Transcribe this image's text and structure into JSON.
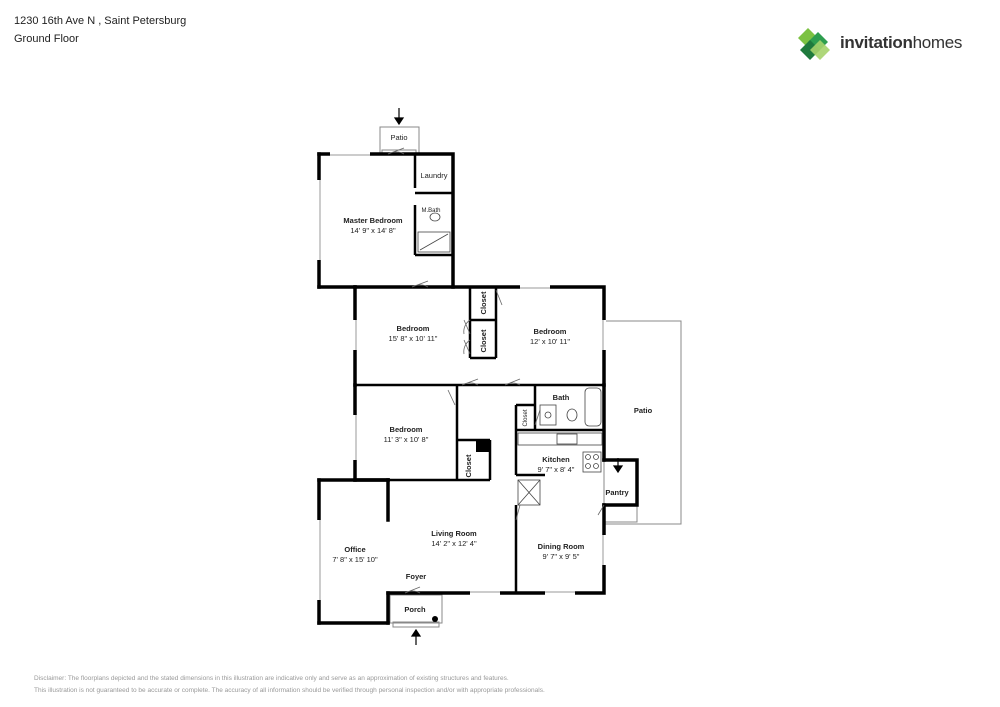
{
  "header": {
    "address": "1230 16th Ave N , Saint Petersburg",
    "floor": "Ground Floor"
  },
  "brand": {
    "name_part1": "invitation",
    "name_part2": "homes",
    "colors": [
      "#2e9e4f",
      "#7cc242",
      "#1f7a3d",
      "#a6d36b"
    ]
  },
  "rooms": {
    "patio_top": "Patio",
    "laundry": "Laundry",
    "master_bedroom": "Master Bedroom",
    "master_bedroom_dim": "14' 9\" x 14' 8\"",
    "mbath": "M.Bath",
    "closet_a": "Closet",
    "closet_b": "Closet",
    "bedroom_1": "Bedroom",
    "bedroom_1_dim": "15' 8\" x 10' 11\"",
    "bedroom_2": "Bedroom",
    "bedroom_2_dim": "12' x 10' 11\"",
    "bath": "Bath",
    "closet_bath": "Closet",
    "patio_side": "Patio",
    "bedroom_3": "Bedroom",
    "bedroom_3_dim": "11' 3\" x 10' 8\"",
    "closet_c": "Closet",
    "kitchen": "Kitchen",
    "kitchen_dim": "9' 7\" x 8' 4\"",
    "pantry": "Pantry",
    "office": "Office",
    "office_dim": "7' 8\" x 15' 10\"",
    "living_room": "Living Room",
    "living_room_dim": "14' 2\" x 12' 4\"",
    "dining_room": "Dining Room",
    "dining_room_dim": "9' 7\" x 9' 5\"",
    "foyer": "Foyer",
    "porch": "Porch"
  },
  "disclaimer": {
    "line1": "Disclaimer: The floorplans depicted and the stated dimensions in this illustration are indicative only and serve as an approximation of existing structures and features.",
    "line2": "This illustration is not guaranteed to be accurate or complete. The accuracy of all information should be verified through personal inspection and/or with appropriate professionals."
  }
}
